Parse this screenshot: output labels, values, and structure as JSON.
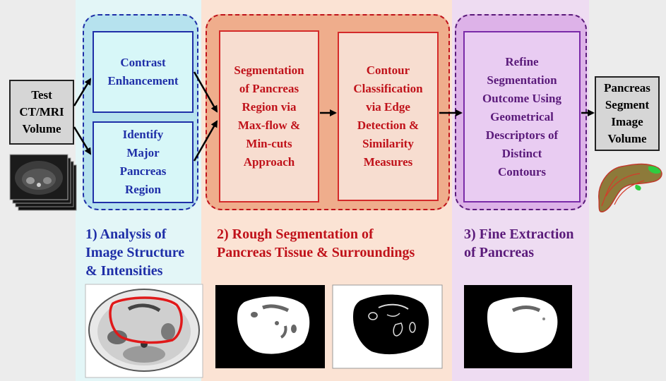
{
  "input": {
    "label": "Test\nCT/MRI\nVolume"
  },
  "output": {
    "label": "Pancreas\nSegment\nImage\nVolume"
  },
  "stage1": {
    "box_a": "Contrast\nEnhancement",
    "box_b": "Identify\nMajor\nPancreas\nRegion",
    "caption": "1) Analysis of\nImage Structure\n& Intensities"
  },
  "stage2": {
    "box_a": "Segmentation\nof Pancreas\nRegion via\nMax-flow &\nMin-cuts\nApproach",
    "box_b": "Contour\nClassification\nvia Edge\nDetection &\nSimilarity\nMeasures",
    "caption": "2) Rough Segmentation of\nPancreas Tissue & Surroundings"
  },
  "stage3": {
    "box_a": "Refine\nSegmentation\nOutcome Using\nGeometrical\nDescriptors of\nDistinct\nContours",
    "caption": "3) Fine Extraction\nof Pancreas"
  },
  "colors": {
    "stage1_bg": "#e3f6f7",
    "stage1_box_fill": "#d7f7f8",
    "stage1_border": "#1f2fa8",
    "stage2_bg": "#fbe3d4",
    "stage2_group": "#efad8c",
    "stage2_box_fill": "#f7ddd0",
    "stage2_border": "#d42a2a",
    "stage2_text": "#c0121a",
    "stage3_bg": "#eedcf2",
    "stage3_group": "#ddb2e8",
    "stage3_box_fill": "#e9ccf2",
    "stage3_border": "#7a2aa8",
    "stage3_text": "#5a1a7a",
    "side_bg": "#ececec",
    "arrow": "#000000"
  }
}
